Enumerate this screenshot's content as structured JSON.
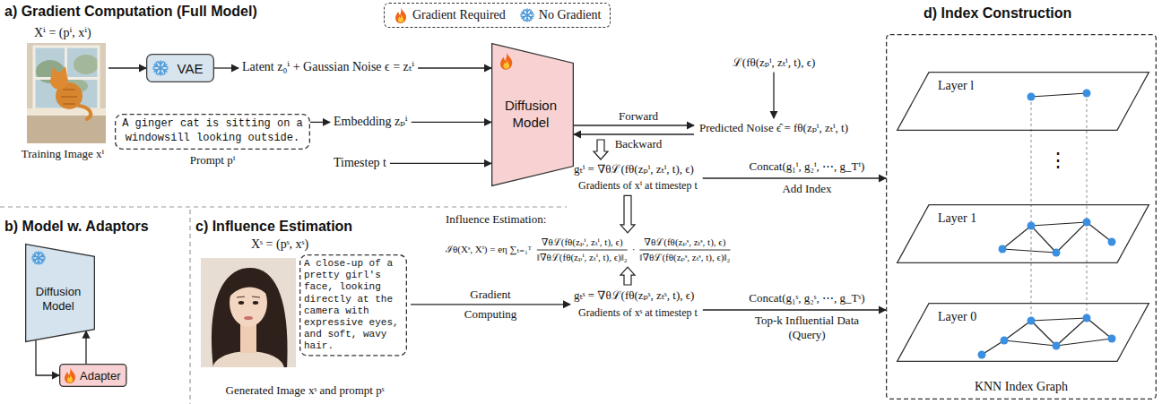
{
  "diagram": {
    "nodes": [
      {
        "text": [
          "VAE"
        ]
      },
      {
        "text": [
          "A ginger cat is sitting on a windowsill looking outside."
        ]
      },
      {
        "text": [
          "Diffusion Model"
        ]
      },
      {
        "text": [
          "Diffusion Model"
        ]
      },
      {
        "text": [
          "Adapter"
        ]
      },
      {
        "text": [
          "A close-up of a pretty girl's face, looking directly at the camera with expressive eyes, and soft, wavy hair."
        ]
      },
      {
        "text": [
          "d) Index Construction",
          "KNN Index Graph"
        ]
      },
      {
        "text": [
          "Layer l"
        ],
        "in": 6
      },
      {
        "text": [
          "Layer 1"
        ],
        "in": 6
      },
      {
        "text": [
          "Layer 0"
        ],
        "in": 6
      }
    ],
    "edges": [
      {
        "from": 3,
        "to": 4,
        "arrow": "to"
      },
      {
        "from": 4,
        "to": 3,
        "arrow": "to"
      }
    ],
    "labels": [
      "a) Gradient Computation (Full Model)",
      "Xⁱ = (pⁱ, xⁱ)",
      "Training Image xⁱ",
      "Latent z₀ⁱ + Gaussian Noise ϵ = zₜⁱ",
      "Embedding zₚⁱ",
      "Prompt pⁱ",
      "Timestep t",
      "Forward",
      "Backward",
      "ℒ(fθ(zₚⁱ, zₜⁱ, t), ϵ)",
      "Predicted Noise ϵ̂ = fθ(zₚⁱ, zₜⁱ, t)",
      "gₜⁱ = ∇θℒ(fθ(zₚⁱ, zₜⁱ, t), ϵ)",
      "Gradients of xⁱ at timestep t",
      "Concat(g₁ⁱ, g₂ⁱ, ⋯, g_Tⁱ)",
      "Add Index",
      "b) Model w. Adaptors",
      "c) Influence Estimation",
      "Xˢ = (pˢ, xˢ)",
      "Generated Image xˢ and prompt pˢ",
      "Gradient",
      "Computing",
      "Influence Estimation:",
      "ℐθ(Xˢ, Xⁱ) = eη ∑ₜ₌₁ᵀ",
      "∇θℒ(fθ(zₚⁱ, zₜⁱ, t), ϵ)",
      "‖∇θℒ(fθ(zₚⁱ, zₜⁱ, t), ϵ)‖₂",
      "·",
      "∇θℒ(fθ(zₚˢ, zₜˢ, t), ϵ)",
      "‖∇θℒ(fθ(zₚˢ, zₜˢ, t), ϵ)‖₂",
      "gₜˢ = ∇θℒ(fθ(zₚˢ, zₜˢ, t), ϵ)",
      "Gradients of xˢ at timestep t",
      "Concat(g₁ˢ, g₂ˢ, ⋯, g_Tˢ)",
      "Top-k Influential Data (Query)",
      "⋮"
    ],
    "legend": [
      {
        "text": "Gradient Required"
      },
      {
        "text": "No Gradient"
      }
    ]
  }
}
